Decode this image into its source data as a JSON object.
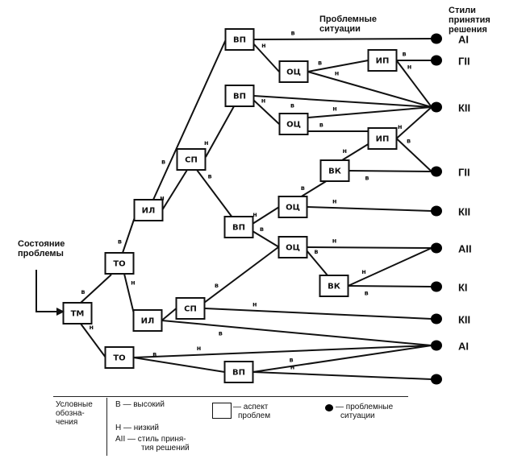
{
  "headers": {
    "problem_state": [
      "Состояние",
      "проблемы"
    ],
    "problem_situations": [
      "Проблемные",
      "ситуации"
    ],
    "decision_styles": [
      "Стили",
      "принятия",
      "решения"
    ]
  },
  "nodes": [
    {
      "id": "tm",
      "label": "ТМ"
    },
    {
      "id": "to1",
      "label": "ТО"
    },
    {
      "id": "to2",
      "label": "ТО"
    },
    {
      "id": "il1",
      "label": "ИЛ"
    },
    {
      "id": "il2",
      "label": "ИЛ"
    },
    {
      "id": "sp1",
      "label": "СП"
    },
    {
      "id": "sp2",
      "label": "СП"
    },
    {
      "id": "vp1",
      "label": "ВП"
    },
    {
      "id": "vp2",
      "label": "ВП"
    },
    {
      "id": "vp3",
      "label": "ВП"
    },
    {
      "id": "vp4",
      "label": "ВП"
    },
    {
      "id": "oc1",
      "label": "ОЦ"
    },
    {
      "id": "oc2",
      "label": "ОЦ"
    },
    {
      "id": "oc3",
      "label": "ОЦ"
    },
    {
      "id": "oc4",
      "label": "ОЦ"
    },
    {
      "id": "ip1",
      "label": "ИП"
    },
    {
      "id": "ip2",
      "label": "ИП"
    },
    {
      "id": "vk1",
      "label": "ВК"
    },
    {
      "id": "vk2",
      "label": "ВК"
    }
  ],
  "outcomes": [
    {
      "id": "d1",
      "style": "AI"
    },
    {
      "id": "d2",
      "style": "ГII"
    },
    {
      "id": "d3",
      "style": "КII"
    },
    {
      "id": "d4",
      "style": "ГII"
    },
    {
      "id": "d5",
      "style": "КII"
    },
    {
      "id": "d6",
      "style": "AII"
    },
    {
      "id": "d7",
      "style": "КI"
    },
    {
      "id": "d8",
      "style": "КII"
    },
    {
      "id": "d9",
      "style": "AI"
    },
    {
      "id": "d10",
      "style": ""
    }
  ],
  "edges": [
    {
      "from": "tm",
      "to": "to1",
      "label": "в"
    },
    {
      "from": "tm",
      "to": "to2",
      "label": "н"
    },
    {
      "from": "to1",
      "to": "il1",
      "label": "в"
    },
    {
      "from": "to1",
      "to": "il2",
      "label": "н"
    },
    {
      "from": "il1",
      "to": "vp1",
      "label": "в"
    },
    {
      "from": "il1",
      "to": "sp1",
      "label": "н"
    },
    {
      "from": "sp1",
      "to": "vp2",
      "label": "н"
    },
    {
      "from": "sp1",
      "to": "vp3",
      "label": "в"
    },
    {
      "from": "vp1",
      "to": "d1",
      "label": "в"
    },
    {
      "from": "vp1",
      "to": "oc1",
      "label": "н"
    },
    {
      "from": "oc1",
      "to": "ip1",
      "label": "в"
    },
    {
      "from": "oc1",
      "to": "d3",
      "label": "н"
    },
    {
      "from": "ip1",
      "to": "d2",
      "label": "в"
    },
    {
      "from": "ip1",
      "to": "d3",
      "label": "н"
    },
    {
      "from": "vp2",
      "to": "d3",
      "label": "в"
    },
    {
      "from": "vp2",
      "to": "oc2",
      "label": "н"
    },
    {
      "from": "oc2",
      "to": "d3",
      "label": "н"
    },
    {
      "from": "oc2",
      "to": "ip2",
      "label": "в"
    },
    {
      "from": "ip2",
      "to": "d3",
      "label": "н"
    },
    {
      "from": "ip2",
      "to": "d4",
      "label": "в"
    },
    {
      "from": "vk1",
      "to": "ip2",
      "label": "н"
    },
    {
      "from": "vk1",
      "to": "d4",
      "label": "в"
    },
    {
      "from": "vp3",
      "to": "oc3",
      "label": "н"
    },
    {
      "from": "vp3",
      "to": "oc4",
      "label": "в"
    },
    {
      "from": "oc3",
      "to": "vk1",
      "label": "в"
    },
    {
      "from": "oc3",
      "to": "d5",
      "label": "н"
    },
    {
      "from": "oc4",
      "to": "d6",
      "label": "н"
    },
    {
      "from": "oc4",
      "to": "vk2",
      "label": "в"
    },
    {
      "from": "vk2",
      "to": "d6",
      "label": "н"
    },
    {
      "from": "vk2",
      "to": "d7",
      "label": "в"
    },
    {
      "from": "il2",
      "to": "sp2",
      "label": "н"
    },
    {
      "from": "il2",
      "to": "d9",
      "label": "в"
    },
    {
      "from": "sp2",
      "to": "oc4",
      "label": "в"
    },
    {
      "from": "sp2",
      "to": "d8",
      "label": "н"
    },
    {
      "from": "to2",
      "to": "d9",
      "label": "н"
    },
    {
      "from": "to2",
      "to": "vp4",
      "label": "в"
    },
    {
      "from": "vp4",
      "to": "d9",
      "label": "в"
    },
    {
      "from": "vp4",
      "to": "d10",
      "label": "н"
    }
  ],
  "legend": {
    "title": [
      "Условные",
      "обозна-",
      "чения"
    ],
    "high": "В — высокий",
    "low": "Н — низкий",
    "style": [
      "AII — стиль приня-",
      "тия решений"
    ],
    "aspect": [
      "— аспект",
      "проблем"
    ],
    "situation": [
      "— проблемные",
      "ситуации"
    ]
  }
}
